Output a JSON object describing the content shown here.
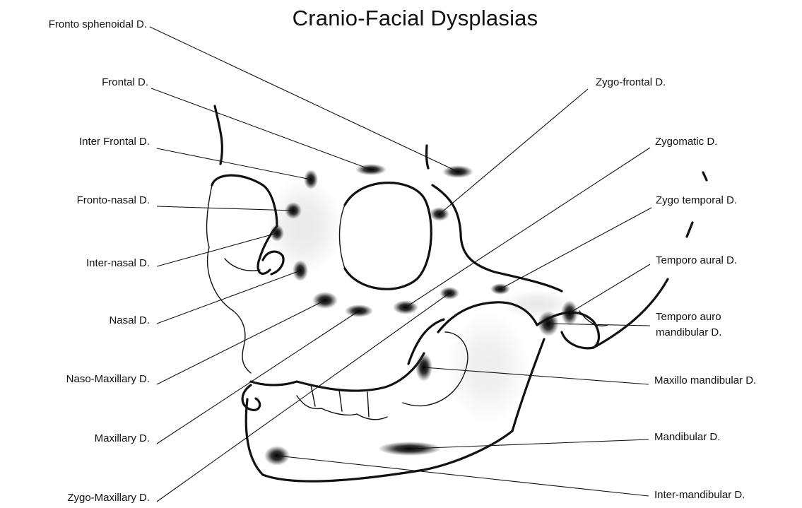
{
  "title": "Cranio-Facial Dysplasias",
  "labels": {
    "fronto_sphenoidal": "Fronto sphenoidal D.",
    "frontal": "Frontal D.",
    "inter_frontal": "Inter Frontal D.",
    "fronto_nasal": "Fronto-nasal D.",
    "inter_nasal": "Inter-nasal D.",
    "nasal": "Nasal D.",
    "naso_maxillary": "Naso-Maxillary D.",
    "maxillary": "Maxillary D.",
    "zygo_maxillary": "Zygo-Maxillary D.",
    "zygo_frontal": "Zygo-frontal D.",
    "zygomatic": "Zygomatic D.",
    "zygo_temporal": "Zygo temporal D.",
    "temporo_aural": "Temporo aural D.",
    "temporo_auro_mandibular_1": "Temporo auro",
    "temporo_auro_mandibular_2": "mandibular D.",
    "maxillo_mandibular": "Maxillo mandibular D.",
    "mandibular": "Mandibular D.",
    "inter_mandibular": "Inter-mandibular D."
  }
}
